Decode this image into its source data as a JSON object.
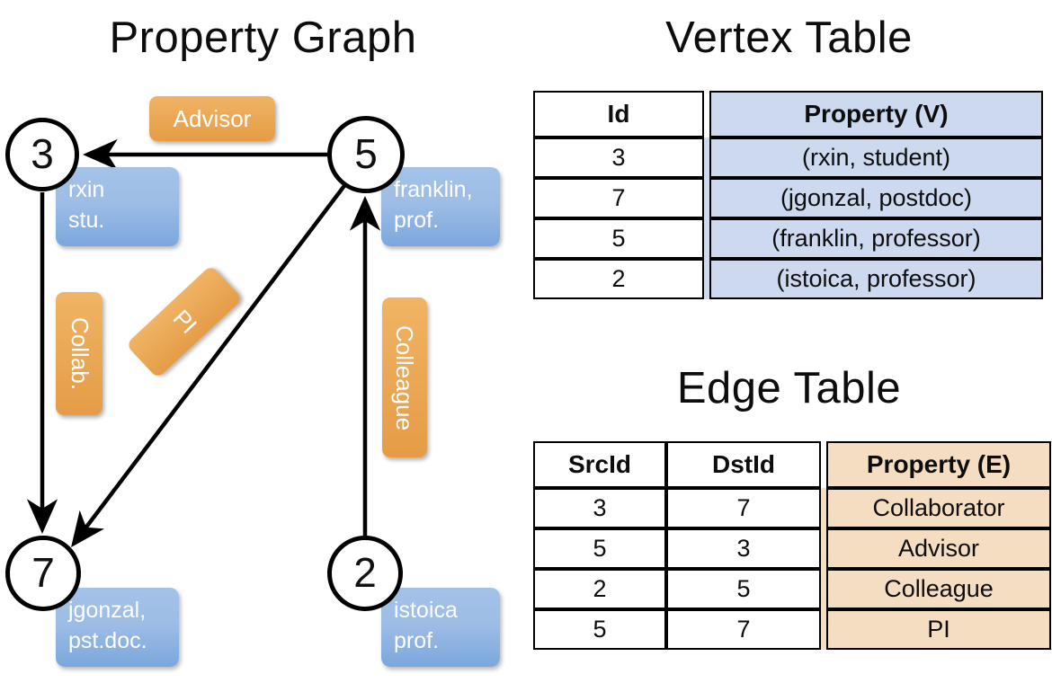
{
  "titles": {
    "property_graph": "Property Graph",
    "vertex_table": "Vertex Table",
    "edge_table": "Edge Table"
  },
  "graph": {
    "nodes": [
      {
        "id": "3",
        "property": "rxin\nstu."
      },
      {
        "id": "5",
        "property": "franklin,\nprof."
      },
      {
        "id": "7",
        "property": "jgonzal,\npst.doc."
      },
      {
        "id": "2",
        "property": "istoica\nprof."
      }
    ],
    "edge_labels": [
      {
        "name": "advisor",
        "text": "Advisor"
      },
      {
        "name": "collab",
        "text": "Collab."
      },
      {
        "name": "pi",
        "text": "PI"
      },
      {
        "name": "colleague",
        "text": "Colleague"
      }
    ]
  },
  "vertex_table": {
    "headers": [
      "Id",
      "Property (V)"
    ],
    "rows": [
      {
        "id": "3",
        "property": "(rxin, student)"
      },
      {
        "id": "7",
        "property": "(jgonzal, postdoc)"
      },
      {
        "id": "5",
        "property": "(franklin, professor)"
      },
      {
        "id": "2",
        "property": "(istoica, professor)"
      }
    ]
  },
  "edge_table": {
    "headers": [
      "SrcId",
      "DstId",
      "Property (E)"
    ],
    "rows": [
      {
        "src": "3",
        "dst": "7",
        "property": "Collaborator"
      },
      {
        "src": "5",
        "dst": "3",
        "property": "Advisor"
      },
      {
        "src": "2",
        "dst": "5",
        "property": "Colleague"
      },
      {
        "src": "5",
        "dst": "7",
        "property": "PI"
      }
    ]
  },
  "colors": {
    "vertex_property_fill": "#ccd9ee",
    "edge_property_fill": "#f5ddc2",
    "vertex_box": "#9dbde6",
    "edge_box": "#eaa856",
    "stroke": "#000000"
  }
}
